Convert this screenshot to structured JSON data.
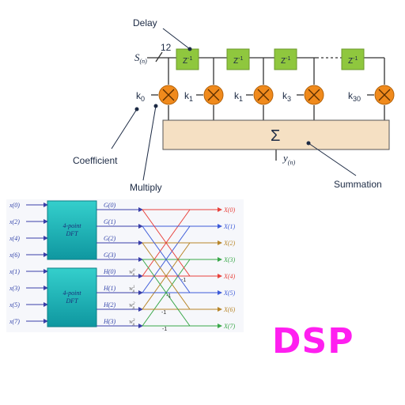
{
  "fir": {
    "delay_label": "Delay",
    "input_label": "S",
    "input_sub": "(n)",
    "bits": "12",
    "delay_text": "Z",
    "delay_sup": "-1",
    "coefficients": [
      {
        "k": "k",
        "sub": "0"
      },
      {
        "k": "k",
        "sub": "1"
      },
      {
        "k": "k",
        "sub": "1"
      },
      {
        "k": "k",
        "sub": "3"
      },
      {
        "k": "k",
        "sub": "30"
      }
    ],
    "sum_symbol": "Σ",
    "output_label": "y",
    "output_sub": "(n)",
    "coefficient_label": "Coefficient",
    "multiply_label": "Multiply",
    "summation_label": "Summation",
    "colors": {
      "delay_fill": "#8fc73e",
      "sum_fill": "#f5e0c3",
      "mult_fill": "#f08a1c",
      "line": "#333333",
      "callout": "#1c2a44"
    }
  },
  "fft": {
    "inputs": [
      "x(0)",
      "x(2)",
      "x(4)",
      "x(6)",
      "x(1)",
      "x(3)",
      "x(5)",
      "x(7)"
    ],
    "block_label_line1": "4-point",
    "block_label_line2": "DFT",
    "g_labels": [
      "G(0)",
      "G(1)",
      "G(2)",
      "G(3)"
    ],
    "h_labels": [
      "H(0)",
      "H(1)",
      "H(2)",
      "H(3)"
    ],
    "twiddles": [
      {
        "w": "W",
        "sup": "0",
        "sub": "8"
      },
      {
        "w": "W",
        "sup": "1",
        "sub": "8"
      },
      {
        "w": "W",
        "sup": "2",
        "sub": "8"
      },
      {
        "w": "W",
        "sup": "3",
        "sub": "8"
      }
    ],
    "neg_label": "-1",
    "outputs": [
      "X(0)",
      "X(1)",
      "X(2)",
      "X(3)",
      "X(4)",
      "X(5)",
      "X(6)",
      "X(7)"
    ],
    "output_colors": [
      "#e8423c",
      "#3d5bd9",
      "#b8862a",
      "#3aa84a",
      "#e8423c",
      "#3d5bd9",
      "#b8862a",
      "#3aa84a"
    ],
    "colors": {
      "block_top": "#2fc9c8",
      "block_bottom": "#13a2a4",
      "text": "#3344aa",
      "input_line": "#3a3fa8"
    }
  },
  "title": "DSP"
}
